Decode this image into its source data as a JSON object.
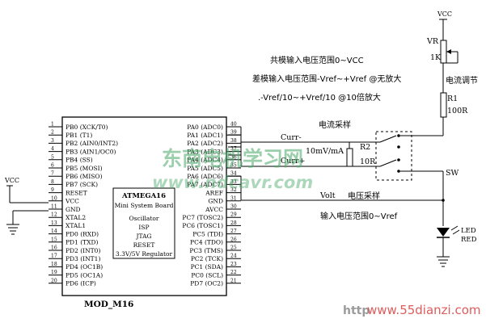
{
  "module": {
    "name": "MOD_M16",
    "inner_box": [
      "ATMEGA16",
      "Mini System Board",
      "",
      "Oscillator",
      "ISP",
      "JTAG",
      "RESET",
      "3.3V/5V Regulator"
    ],
    "left_pins": [
      {
        "num": "1",
        "name": "PB0 (XCK/T0)"
      },
      {
        "num": "2",
        "name": "PB1 (T1)"
      },
      {
        "num": "3",
        "name": "PB2 (AIN0/INT2)"
      },
      {
        "num": "4",
        "name": "PB3 (AIN1/OC0)"
      },
      {
        "num": "5",
        "name": "PB4 (SS)"
      },
      {
        "num": "6",
        "name": "PB5 (MOSI)"
      },
      {
        "num": "7",
        "name": "PB6 (MISO)"
      },
      {
        "num": "8",
        "name": "PB7 (SCK)"
      },
      {
        "num": "9",
        "name": "RESET"
      },
      {
        "num": "10",
        "name": "VCC"
      },
      {
        "num": "11",
        "name": "GND"
      },
      {
        "num": "12",
        "name": "XTAL2"
      },
      {
        "num": "13",
        "name": "XTAL1"
      },
      {
        "num": "14",
        "name": "PD0 (RXD)"
      },
      {
        "num": "15",
        "name": "PD1 (TXD)"
      },
      {
        "num": "16",
        "name": "PD2 (INT0)"
      },
      {
        "num": "17",
        "name": "PD3 (INT1)"
      },
      {
        "num": "18",
        "name": "PD4 (OC1B)"
      },
      {
        "num": "19",
        "name": "PD5 (OC1A)"
      },
      {
        "num": "20",
        "name": "PD6 (ICP)"
      }
    ],
    "right_pins": [
      {
        "num": "40",
        "name": "PA0 (ADC0)"
      },
      {
        "num": "39",
        "name": "PA1 (ADC1)"
      },
      {
        "num": "38",
        "name": "PA2 (ADC2)"
      },
      {
        "num": "37",
        "name": "PA3 (ADC3)"
      },
      {
        "num": "36",
        "name": "PA4 (ADC4)"
      },
      {
        "num": "35",
        "name": "PA5 (ADC5)"
      },
      {
        "num": "34",
        "name": "PA6 (ADC6)"
      },
      {
        "num": "33",
        "name": "PA7 (ADC7)"
      },
      {
        "num": "32",
        "name": "AREF"
      },
      {
        "num": "31",
        "name": "GND"
      },
      {
        "num": "30",
        "name": "AVCC"
      },
      {
        "num": "29",
        "name": "PC7 (TOSC2)"
      },
      {
        "num": "28",
        "name": "PC6 (TOSC1)"
      },
      {
        "num": "27",
        "name": "PC5 (TDI)"
      },
      {
        "num": "26",
        "name": "PC4 (TDO)"
      },
      {
        "num": "25",
        "name": "PC3 (TMS)"
      },
      {
        "num": "24",
        "name": "PC2 (TCK)"
      },
      {
        "num": "23",
        "name": "PC1 (SDA)"
      },
      {
        "num": "22",
        "name": "PC0 (SCL)"
      },
      {
        "num": "21",
        "name": "PD7 (OC2)"
      }
    ]
  },
  "labels": {
    "vcc_left": "VCC",
    "vcc_top": "VCC",
    "vr": "VR",
    "vr_value": "1K",
    "current_adjust": "电流调节",
    "r1": "R1",
    "r1_value": "100R",
    "current_sample": "电流采样",
    "curr_minus": "Curr-",
    "curr_plus": "Curr+",
    "sense_ratio": "10mV/mA",
    "r2": "R2",
    "r2_value": "10R",
    "sw": "SW",
    "volt": "Volt",
    "voltage_sample": "电压采样",
    "input_range": "输入电压范围0~Vref",
    "led_label_1": "LED",
    "led_label_2": "RED"
  },
  "notes": {
    "line1": "共模输入电压范围0~VCC",
    "line2": "差模输入电压范围-Vref~+Vref @无放大",
    "line3": ".-Vref/10~+Vref/10 @10倍放大"
  },
  "watermarks": {
    "cn_title": "东南电机学习网",
    "site_mid": "www.ndcavr.com",
    "site_bottom": "www.55dianzi.com",
    "site_bottom_prefix": "http"
  },
  "colors": {
    "line": "#000000",
    "watermark_green": "#4aa86a",
    "watermark_red": "#d84040",
    "watermark_blue": "#5a7ad6",
    "led_fill": "#000000"
  }
}
